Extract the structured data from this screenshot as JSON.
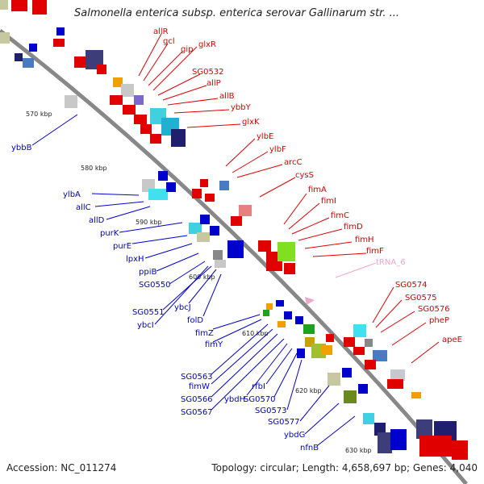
{
  "title": "Salmonella enterica subsp. enterica serovar Gallinarum str. ...",
  "footer": {
    "accession": "Accession: NC_011274",
    "topology": "Topology: circular; Length: 4,658,697 bp; Genes: 4,040"
  },
  "ticks": [
    "570 kbp",
    "580 kbp",
    "590 kbp",
    "600 kbp",
    "610 kbp",
    "620 kbp",
    "630 kbp"
  ],
  "colors": {
    "forward": "#e00000",
    "reverse": "#0000cc",
    "trna": "#f4a6c8",
    "backbone": "#888888",
    "tick": "#1a8a1a"
  },
  "labels_forward": [
    "allR",
    "gcl",
    "gip",
    "glxR",
    "SG0532",
    "allP",
    "allB",
    "ybbY",
    "glxK",
    "ylbE",
    "ylbF",
    "arcC",
    "cysS",
    "fimA",
    "fimI",
    "fimC",
    "fimD",
    "fimH",
    "fimF",
    "SG0574",
    "SG0575",
    "SG0576",
    "pheP",
    "apeE"
  ],
  "labels_trna": [
    "tRNA_6"
  ],
  "labels_reverse": [
    "ybbB",
    "ylbA",
    "allC",
    "allD",
    "purK",
    "purE",
    "lpxH",
    "ppiB",
    "SG0550",
    "SG0551",
    "ybcJ",
    "ybcI",
    "folD",
    "fimZ",
    "fimY",
    "SG0563",
    "fimW",
    "SG0566",
    "SG0567",
    "ybdH",
    "rfbI",
    "SG0570",
    "SG0573",
    "SG0577",
    "ybdG",
    "nfnB"
  ]
}
